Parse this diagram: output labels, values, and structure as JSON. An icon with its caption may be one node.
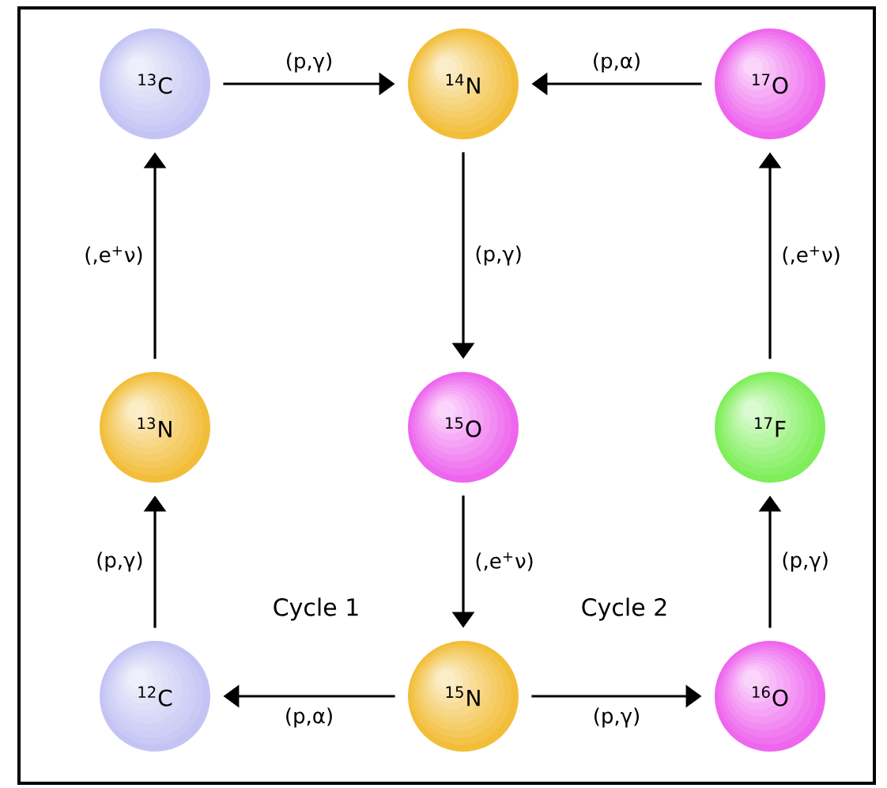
{
  "diagram": {
    "nodes": [
      {
        "text": [
          "$^{13}$C"
        ]
      },
      {
        "text": [
          "$^{14}$N"
        ]
      },
      {
        "text": [
          "$^{17}$O"
        ]
      },
      {
        "text": [
          "$^{13}$N"
        ]
      },
      {
        "text": [
          "$^{15}$O"
        ]
      },
      {
        "text": [
          "$^{17}$F"
        ]
      },
      {
        "text": [
          "$^{12}$C"
        ]
      },
      {
        "text": [
          "$^{15}$N"
        ]
      },
      {
        "text": [
          "$^{16}$O"
        ]
      }
    ],
    "edges": [
      {
        "from": 0,
        "to": 1,
        "arrow": "to",
        "label": "(p,γ)"
      },
      {
        "from": 2,
        "to": 1,
        "arrow": "to",
        "label": "(p,α)"
      },
      {
        "from": 3,
        "to": 0,
        "arrow": "to",
        "label": "(,e$^{+}$ν)"
      },
      {
        "from": 1,
        "to": 4,
        "arrow": "to",
        "label": "(p,γ)"
      },
      {
        "from": 5,
        "to": 2,
        "arrow": "to",
        "label": "(,e$^{+}$ν)"
      },
      {
        "from": 6,
        "to": 3,
        "arrow": "to",
        "label": "(p,γ)"
      },
      {
        "from": 4,
        "to": 7,
        "arrow": "to",
        "label": "(,e$^{+}$ν)"
      },
      {
        "from": 8,
        "to": 5,
        "arrow": "to",
        "label": "(p,γ)"
      },
      {
        "from": 7,
        "to": 6,
        "arrow": "to",
        "label": "(p,α)"
      },
      {
        "from": 7,
        "to": 8,
        "arrow": "to",
        "label": "(p,γ)"
      }
    ],
    "labels": [
      "Cycle 1",
      "Cycle 2"
    ]
  }
}
